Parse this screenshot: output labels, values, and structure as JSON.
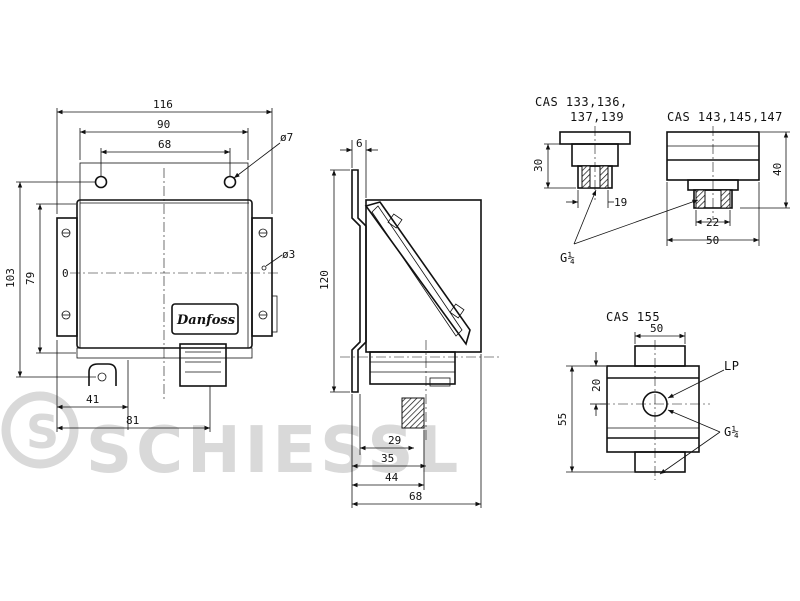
{
  "watermark": {
    "text": "SCHIESSL"
  },
  "brand": {
    "logo_text": "Danfoss"
  },
  "front_view": {
    "dims": {
      "w116": "116",
      "w90": "90",
      "w68": "68",
      "h103": "103",
      "h79": "79",
      "w41": "41",
      "w81": "81",
      "hole7": "ø7",
      "hole3": "ø3"
    }
  },
  "side_view": {
    "dims": {
      "d6": "6",
      "d120": "120",
      "d29": "29",
      "d35": "35",
      "d44": "44",
      "d68": "68"
    }
  },
  "cas_133": {
    "title_line1": "CAS 133,136,",
    "title_line2": "137,139",
    "dims": {
      "h30": "30",
      "d19": "19"
    }
  },
  "cas_143": {
    "title": "CAS 143,145,147",
    "dims": {
      "h40": "40",
      "d22": "22",
      "w50": "50"
    }
  },
  "thread_label": "G¼",
  "cas_155": {
    "title": "CAS 155",
    "port_label": "LP",
    "thread_label": "G¼",
    "dims": {
      "w50": "50",
      "h20": "20",
      "h55": "55"
    }
  }
}
